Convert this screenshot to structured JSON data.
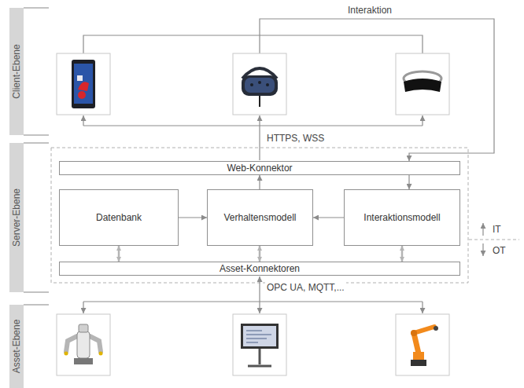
{
  "diagram": {
    "nodes": [
      {
        "text": [
          "Client-Ebene"
        ]
      },
      {
        "text": [
          "Server-Ebene"
        ]
      },
      {
        "text": [
          "Web-Konnektor"
        ]
      },
      {
        "text": [
          "Datenbank"
        ]
      },
      {
        "text": [
          "Verhaltensmodell"
        ]
      },
      {
        "text": [
          "Interaktionsmodell"
        ]
      },
      {
        "text": [
          "Asset-Konnektoren"
        ]
      },
      {
        "text": [
          "Asset-Ebene"
        ]
      }
    ],
    "edges": [
      {
        "from": 2,
        "to": 5,
        "arrow": "to"
      },
      {
        "from": 4,
        "to": 2,
        "arrow": "to"
      },
      {
        "from": 3,
        "to": 4,
        "arrow": "to"
      },
      {
        "from": 5,
        "to": 4,
        "arrow": "to"
      },
      {
        "from": 3,
        "to": 6,
        "arrow": "both"
      },
      {
        "from": 4,
        "to": 6,
        "arrow": "both"
      },
      {
        "from": 5,
        "to": 6,
        "arrow": "both"
      }
    ],
    "labels": [
      "Interaktion",
      "HTTPS, WSS",
      "IT",
      "OT",
      "OPC UA, MQTT,..."
    ]
  }
}
